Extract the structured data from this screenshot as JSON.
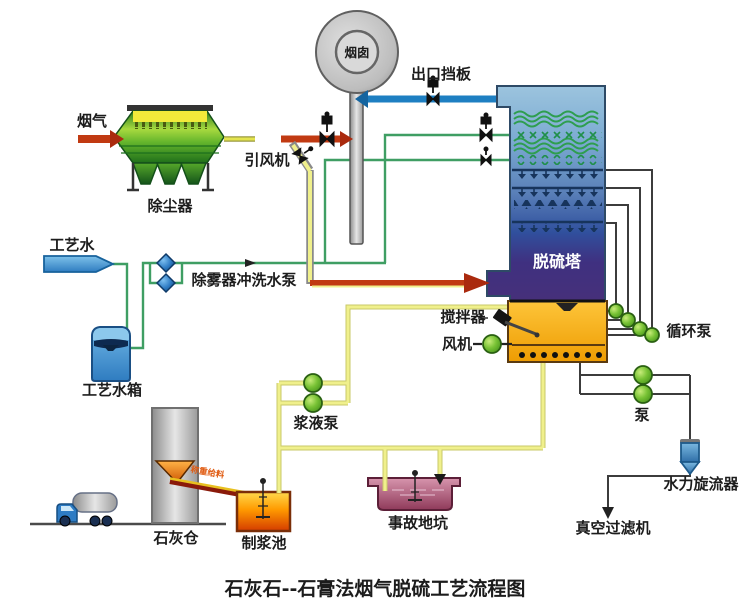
{
  "title": "石灰石--石膏法烟气脱硫工艺流程图",
  "labels": {
    "flue_gas": "烟气",
    "dust_collector": "除尘器",
    "id_fan": "引风机",
    "chimney": "烟囱",
    "outlet_damper": "出口挡板",
    "absorber": "脱硫塔",
    "circulation_pump": "循环泵",
    "process_water": "工艺水",
    "demister_flush_pump": "除雾器冲洗水泵",
    "process_water_tank": "工艺水箱",
    "agitator": "搅拌器",
    "oxidation_fan": "风机",
    "pump": "泵",
    "hydrocyclone": "水力旋流器",
    "vacuum_filter": "真空过滤机",
    "slurry_pump": "浆液泵",
    "emergency_pit": "事故地坑",
    "lime_silo": "石灰仓",
    "slurry_prep_tank": "制浆池",
    "weighing_feeder": "称重给料"
  },
  "palette": {
    "flue_gas_red": "#c13a12",
    "clean_gas_blue": "#1e7fc2",
    "water_green": "#3f9e63",
    "slurry_yellow": "#f0f08c",
    "pipe_gray": "#3c3c3c",
    "pump_green": "#5cb82a",
    "tower_blue": "#5e87bc",
    "tower_purple": "#453077",
    "slurry_orange": "#f5a80a",
    "pit_pink": "#c4758f",
    "tank_blue": "#3f8fd6",
    "silo_gray": "#bfbfbf"
  }
}
